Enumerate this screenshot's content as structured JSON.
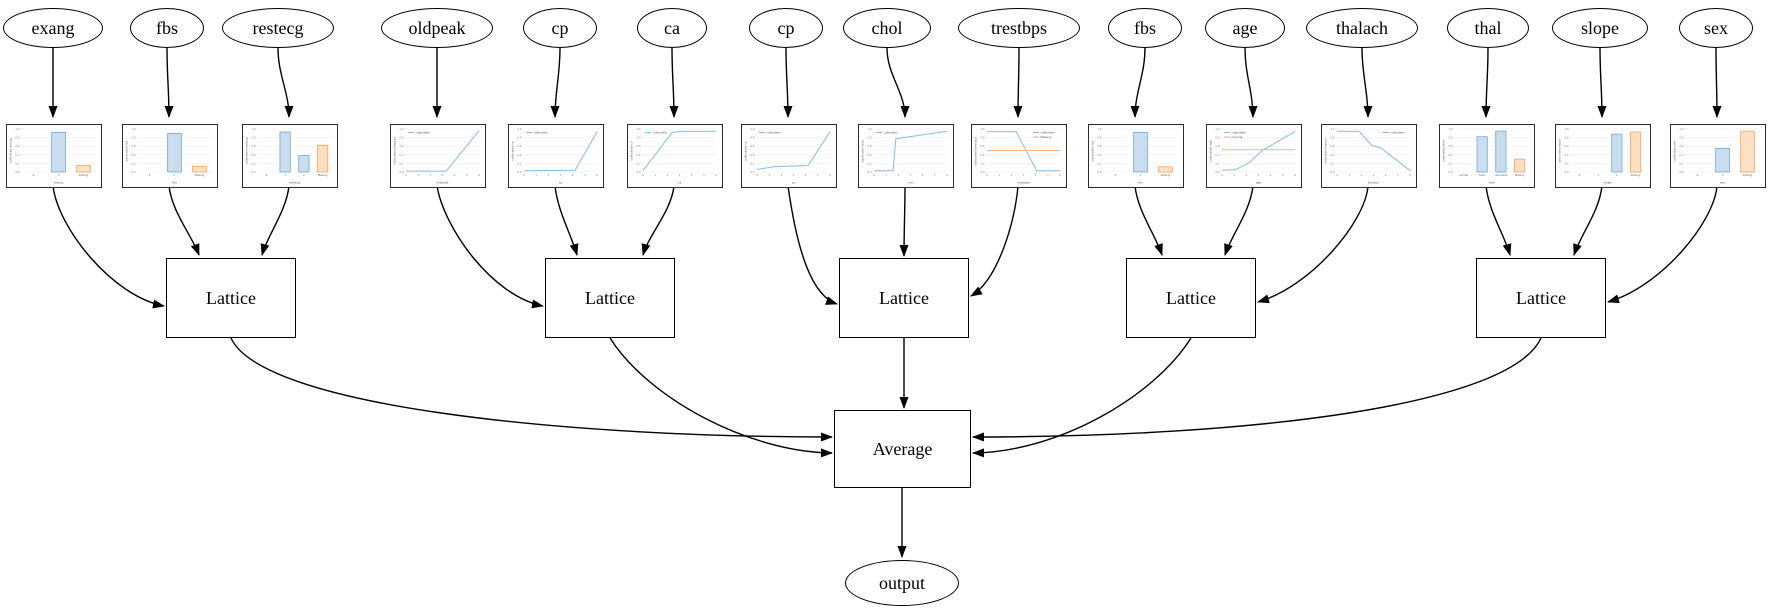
{
  "diagram": {
    "features": [
      "exang",
      "fbs",
      "restecg",
      "oldpeak",
      "cp",
      "ca",
      "cp",
      "chol",
      "trestbps",
      "fbs",
      "age",
      "thalach",
      "thal",
      "slope",
      "sex"
    ],
    "lattice_label": "Lattice",
    "average_label": "Average",
    "output_label": "output"
  },
  "colors": {
    "node_border": "#000000",
    "edge": "#000000",
    "blue_line": "#85bce2",
    "blue_bar_fill": "#c9ddef",
    "blue_bar_edge": "#6fa8d2",
    "orange_line": "#f5b77e",
    "orange_bar_fill": "#fde0c1",
    "orange_bar_edge": "#f0a35e",
    "grid": "#ebebeb"
  },
  "chart_data": [
    {
      "type": "bar",
      "xlabel": "exang",
      "ylabel": "calibrated exang",
      "categories": [
        "0",
        "1",
        "Missing"
      ],
      "values": [
        0,
        0.92,
        0.15
      ],
      "bar_colors": [
        "blue",
        "blue",
        "orange"
      ],
      "ylim": [
        0,
        1
      ]
    },
    {
      "type": "bar",
      "xlabel": "fbs",
      "ylabel": "calibrated fbs",
      "categories": [
        "0",
        "1",
        "Missing"
      ],
      "values": [
        0,
        0.9,
        0.13
      ],
      "bar_colors": [
        "blue",
        "blue",
        "orange"
      ],
      "ylim": [
        0,
        1
      ]
    },
    {
      "type": "bar",
      "xlabel": "restecg",
      "ylabel": "calibrated restecg",
      "categories": [
        "0",
        "1",
        "2",
        "Missing"
      ],
      "values": [
        0,
        0.93,
        0.38,
        0.62
      ],
      "bar_colors": [
        "blue",
        "blue",
        "blue",
        "orange"
      ],
      "ylim": [
        0,
        1
      ]
    },
    {
      "type": "line",
      "xlabel": "oldpeak",
      "ylabel": "calibrated oldpeak",
      "legend": {
        "pos": "tl",
        "entries": [
          {
            "label": "calibrated",
            "color": "blue"
          }
        ]
      },
      "series": [
        {
          "name": "calibrated",
          "color": "blue",
          "points": [
            [
              0,
              0.01
            ],
            [
              0.55,
              0.01
            ],
            [
              1,
              0.97
            ]
          ]
        }
      ],
      "ylim": [
        0,
        1
      ]
    },
    {
      "type": "line",
      "xlabel": "cp",
      "ylabel": "calibrated cp",
      "legend": {
        "pos": "tl",
        "entries": [
          {
            "label": "calibrated",
            "color": "blue"
          }
        ]
      },
      "series": [
        {
          "name": "calibrated",
          "color": "blue",
          "points": [
            [
              0,
              0.02
            ],
            [
              0.7,
              0.03
            ],
            [
              1,
              0.95
            ]
          ]
        }
      ],
      "ylim": [
        0,
        1
      ]
    },
    {
      "type": "line",
      "xlabel": "ca",
      "ylabel": "calibrated ca",
      "legend": {
        "pos": "tl",
        "entries": [
          {
            "label": "calibrated",
            "color": "blue"
          }
        ]
      },
      "series": [
        {
          "name": "calibrated",
          "color": "blue",
          "points": [
            [
              0,
              0.02
            ],
            [
              0.4,
              0.93
            ],
            [
              0.55,
              0.96
            ],
            [
              1,
              0.96
            ]
          ]
        }
      ],
      "ylim": [
        0,
        1
      ]
    },
    {
      "type": "line",
      "xlabel": "cp",
      "ylabel": "calibrated cp",
      "legend": {
        "pos": "tl",
        "entries": [
          {
            "label": "calibrated",
            "color": "blue"
          }
        ]
      },
      "series": [
        {
          "name": "calibrated",
          "color": "blue",
          "points": [
            [
              0,
              0.05
            ],
            [
              0.25,
              0.12
            ],
            [
              0.7,
              0.14
            ],
            [
              1,
              0.95
            ]
          ]
        }
      ],
      "ylim": [
        0,
        1
      ]
    },
    {
      "type": "line",
      "xlabel": "chol",
      "ylabel": "calibrated chol",
      "legend": {
        "pos": "tl",
        "entries": [
          {
            "label": "calibrated",
            "color": "blue"
          }
        ]
      },
      "series": [
        {
          "name": "calibrated",
          "color": "blue",
          "points": [
            [
              0,
              0.02
            ],
            [
              0.26,
              0.02
            ],
            [
              0.3,
              0.78
            ],
            [
              1,
              0.96
            ]
          ]
        }
      ],
      "ylim": [
        0,
        1
      ]
    },
    {
      "type": "line",
      "xlabel": "trestbps",
      "ylabel": "calibrated trestbps",
      "legend": {
        "pos": "tr",
        "entries": [
          {
            "label": "calibrated",
            "color": "blue"
          },
          {
            "label": "Missing",
            "color": "orange"
          }
        ]
      },
      "series": [
        {
          "name": "calibrated",
          "color": "blue",
          "points": [
            [
              0,
              0.95
            ],
            [
              0.4,
              0.95
            ],
            [
              0.68,
              0.02
            ],
            [
              1,
              0.02
            ]
          ]
        },
        {
          "name": "Missing",
          "color": "orange",
          "points": [
            [
              0,
              0.5
            ],
            [
              1,
              0.5
            ]
          ]
        }
      ],
      "ylim": [
        0,
        1
      ]
    },
    {
      "type": "bar",
      "xlabel": "fbs",
      "ylabel": "calibrated fbs",
      "categories": [
        "0",
        "1",
        "Missing"
      ],
      "values": [
        0,
        0.92,
        0.12
      ],
      "bar_colors": [
        "blue",
        "blue",
        "orange"
      ],
      "ylim": [
        0,
        1
      ]
    },
    {
      "type": "line",
      "xlabel": "age",
      "ylabel": "calibrated age",
      "legend": {
        "pos": "tl",
        "entries": [
          {
            "label": "calibrated",
            "color": "blue"
          },
          {
            "label": "missing",
            "color": "orange"
          }
        ]
      },
      "series": [
        {
          "name": "calibrated",
          "color": "blue",
          "points": [
            [
              0,
              0.03
            ],
            [
              0.18,
              0.04
            ],
            [
              0.38,
              0.22
            ],
            [
              0.55,
              0.5
            ],
            [
              0.75,
              0.7
            ],
            [
              1,
              0.95
            ]
          ]
        },
        {
          "name": "missing",
          "color": "orange",
          "points": [
            [
              0,
              0.52
            ],
            [
              1,
              0.52
            ]
          ]
        }
      ],
      "ylim": [
        0,
        1
      ]
    },
    {
      "type": "line",
      "xlabel": "thalach",
      "ylabel": "calibrated thalach",
      "legend": {
        "pos": "tr",
        "entries": [
          {
            "label": "calibrated",
            "color": "blue"
          }
        ]
      },
      "series": [
        {
          "name": "calibrated",
          "color": "blue",
          "points": [
            [
              0,
              0.96
            ],
            [
              0.3,
              0.96
            ],
            [
              0.48,
              0.62
            ],
            [
              0.6,
              0.56
            ],
            [
              0.72,
              0.4
            ],
            [
              1,
              0.02
            ]
          ]
        }
      ],
      "ylim": [
        0,
        1
      ]
    },
    {
      "type": "bar",
      "xlabel": "thal",
      "ylabel": "calibrated thal",
      "categories": [
        "normal",
        "fixed",
        "reversible",
        "Missing"
      ],
      "values": [
        0,
        0.82,
        0.95,
        0.3
      ],
      "bar_colors": [
        "blue",
        "blue",
        "blue",
        "orange"
      ],
      "ylim": [
        0,
        1
      ]
    },
    {
      "type": "bar",
      "xlabel": "slope",
      "ylabel": "calibrated slope",
      "categories": [
        "0",
        "1",
        "2",
        "Missing"
      ],
      "values": [
        0,
        0,
        0.88,
        0.93
      ],
      "bar_colors": [
        "blue",
        "blue",
        "blue",
        "orange"
      ],
      "ylim": [
        0,
        1
      ]
    },
    {
      "type": "bar",
      "xlabel": "sex",
      "ylabel": "calibrated sex",
      "categories": [
        "0",
        "1",
        "Missing"
      ],
      "values": [
        0,
        0.55,
        0.95
      ],
      "bar_colors": [
        "blue",
        "blue",
        "orange"
      ],
      "ylim": [
        0,
        1
      ]
    }
  ]
}
